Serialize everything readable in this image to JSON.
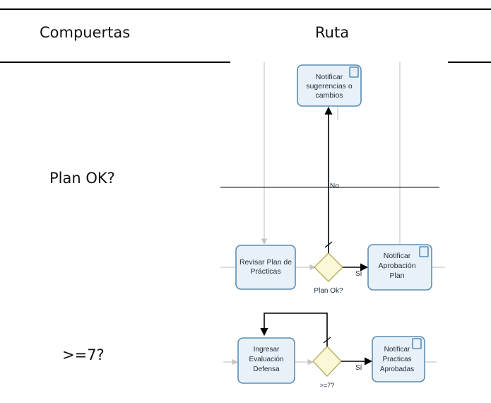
{
  "header": {
    "col1": "Compuertas",
    "col2": "Ruta"
  },
  "rows": [
    {
      "label": "Plan OK?"
    },
    {
      "label": ">=7?"
    }
  ],
  "diagram1": {
    "notify_changes": [
      "Notificar",
      "sugerencias o",
      "cambios"
    ],
    "review_plan": [
      "Revisar Plan de",
      "Prácticas"
    ],
    "notify_approval": [
      "Notificar",
      "Aprobación",
      "Plan"
    ],
    "gateway_label": "Plan Ok?",
    "yes_label": "Sí",
    "no_label": "No"
  },
  "diagram2": {
    "enter_eval": [
      "Ingresar",
      "Evaluación",
      "Defensa"
    ],
    "notify_passed": [
      "Notificar",
      "Practicas",
      "Aprobadas"
    ],
    "gateway_label": ">=7?",
    "yes_label": "Sí"
  },
  "colors": {
    "task_fill": "#e8f1f8",
    "task_stroke": "#5b8db4",
    "gateway_fill": "#fbf8d8",
    "gateway_stroke": "#b8ae5a"
  }
}
